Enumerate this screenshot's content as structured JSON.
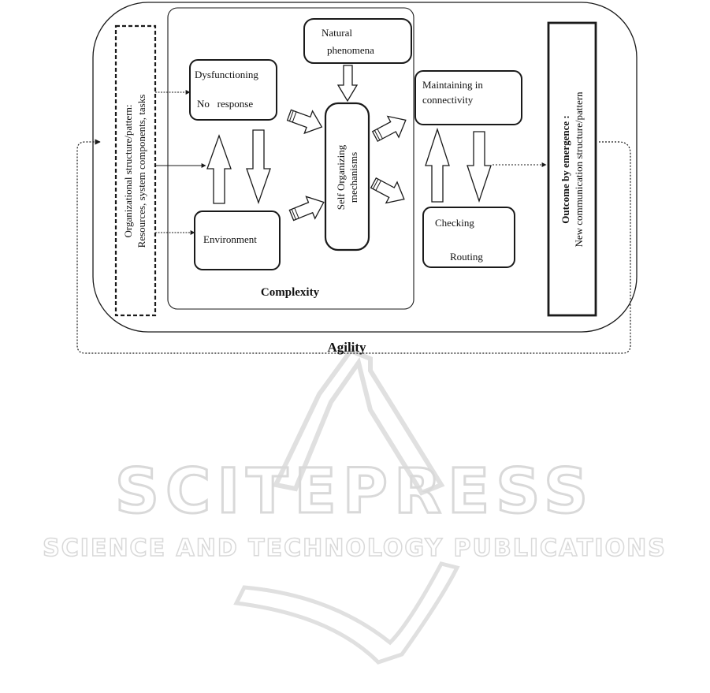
{
  "diagram": {
    "organizational": {
      "line1": "Organizational structure/pattern:",
      "line2": "Resources, system components, tasks"
    },
    "dysfunctioning": {
      "line1": "Dysfunctioning",
      "line2": "No   response"
    },
    "environment": "Environment",
    "natural": {
      "line1": "Natural",
      "line2": "phenomena"
    },
    "self_organizing": {
      "line1": "Self Organizing",
      "line2": "mechanisms"
    },
    "maintaining": {
      "line1": "Maintaining in",
      "line2": "connectivity"
    },
    "checking": {
      "line1": "Checking",
      "line2": "Routing"
    },
    "outcome": {
      "line1": "Outcome by emergence :",
      "line2": "New communication structure/pattern"
    },
    "complexity_label": "Complexity",
    "agility_label": "Agility"
  },
  "watermark": {
    "title": "SCITEPRESS",
    "subtitle": "SCIENCE AND TECHNOLOGY PUBLICATIONS"
  },
  "colors": {
    "line": "#1a1a1a",
    "watermark": "#d9d9d9"
  }
}
